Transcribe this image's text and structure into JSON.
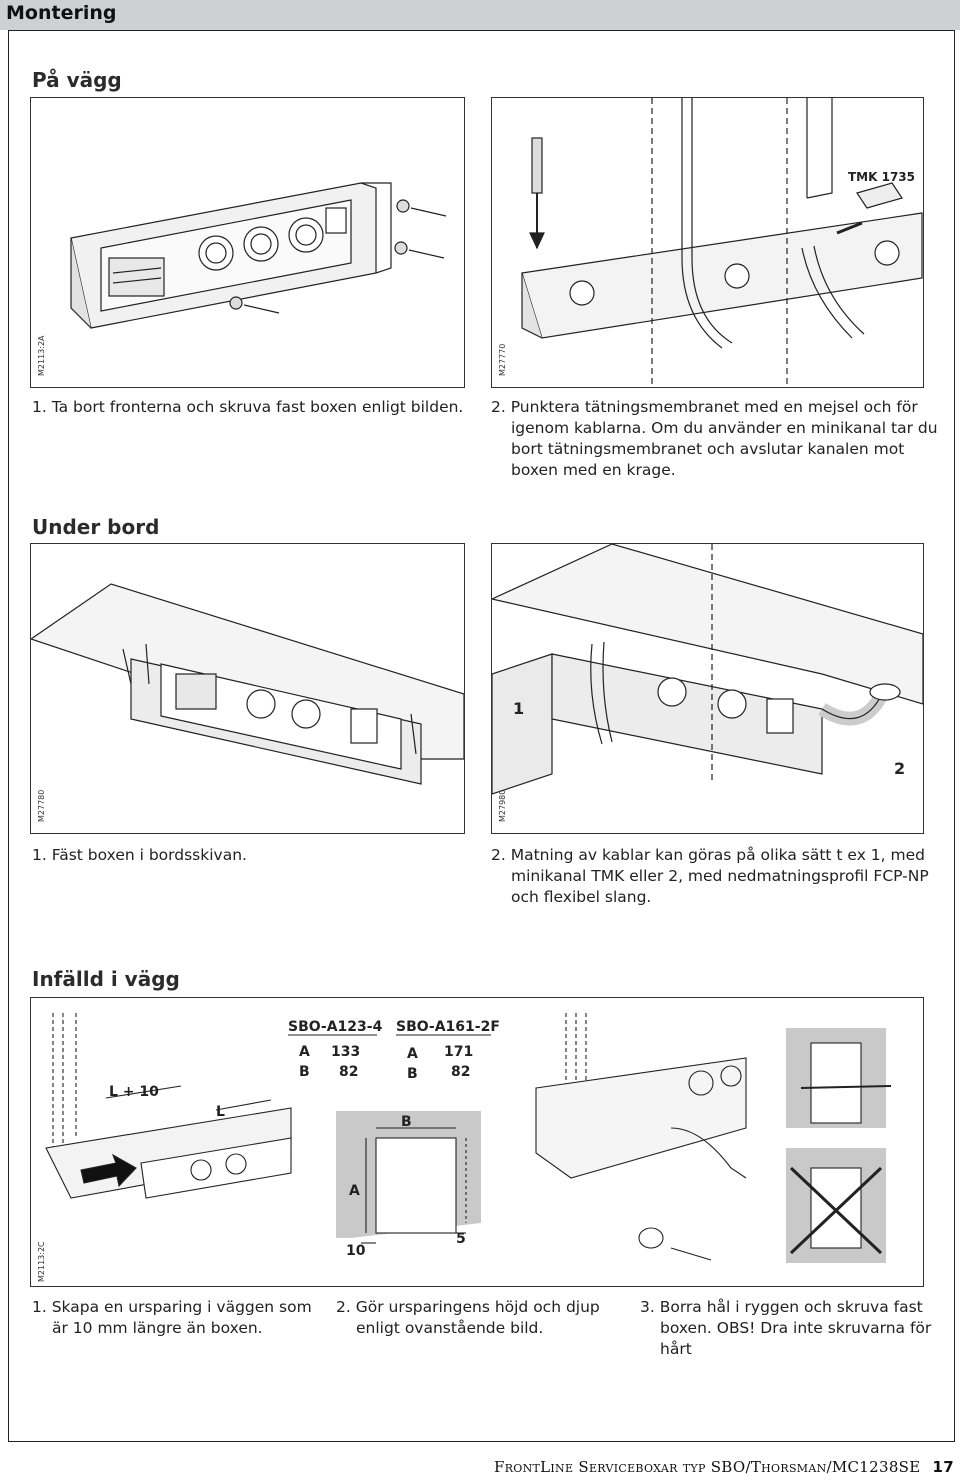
{
  "header": {
    "title": "Montering"
  },
  "sections": {
    "wall": {
      "title": "På vägg",
      "panel1": {
        "code": "M2113:2A",
        "caption": "1. Ta bort fronterna och skruva fast boxen enligt bilden."
      },
      "panel2": {
        "code": "M27770",
        "label": "TMK 1735",
        "caption_lines": [
          "2. Punktera tätningsmembranet med en mejsel och för",
          "igenom kablarna. Om du använder en minikanal tar du",
          "bort tätningsmembranet och avslutar kanalen mot",
          "boxen med en krage."
        ]
      }
    },
    "under": {
      "title": "Under bord",
      "panel1": {
        "code": "M27780",
        "caption": "1. Fäst boxen i bordsskivan."
      },
      "panel2": {
        "code": "M27980",
        "label1": "1",
        "label2": "2",
        "caption_lines": [
          "2. Matning av kablar kan göras på olika sätt t ex 1, med",
          "minikanal TMK eller 2, med nedmatningsprofil FCP-NP",
          "och flexibel slang."
        ]
      }
    },
    "recessed": {
      "title": "Infälld i vägg",
      "panel": {
        "code": "M2113:2C",
        "labels": {
          "lplus": "L + 10",
          "l": "L",
          "b": "B",
          "a": "A",
          "ten": "10",
          "five": "5"
        },
        "table": [
          {
            "model": "SBO-A123-4",
            "a_label": "A",
            "a_value": "133",
            "b_label": "B",
            "b_value": "82"
          },
          {
            "model": "SBO-A161-2F",
            "a_label": "A",
            "a_value": "171",
            "b_label": "B",
            "b_value": "82"
          }
        ]
      },
      "captions": [
        {
          "lines": [
            "1. Skapa en ursparing i väggen som",
            "är 10 mm längre än boxen."
          ]
        },
        {
          "lines": [
            "2. Gör ursparingens höjd och djup",
            "enligt ovanstående bild."
          ]
        },
        {
          "lines": [
            "3. Borra hål i ryggen och skruva fast",
            "boxen. OBS! Dra inte skruvarna för",
            "hårt"
          ]
        }
      ]
    }
  },
  "footer": {
    "text": "FrontLine Serviceboxar typ SBO/Thorsman/MC1238SE",
    "page": "17"
  }
}
